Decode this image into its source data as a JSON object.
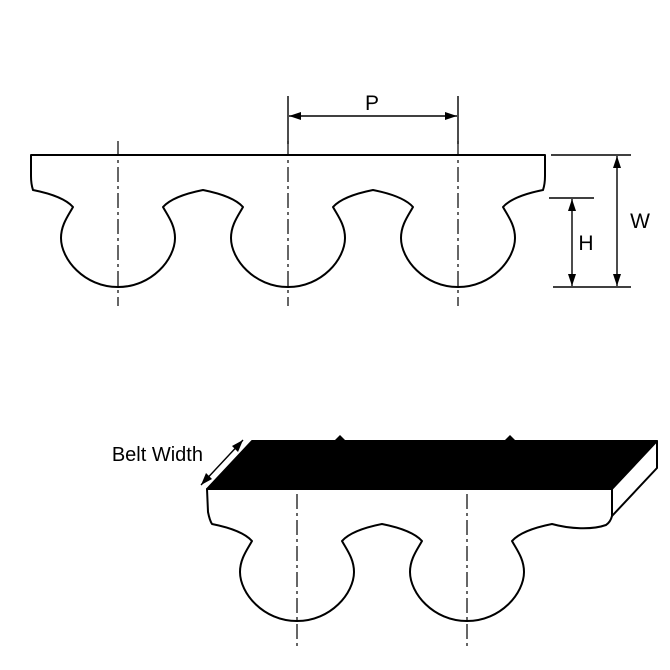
{
  "diagram": {
    "labels": {
      "pitch": "P",
      "overall_width": "W",
      "tooth_height": "H",
      "belt_width": "Belt Width"
    },
    "colors": {
      "line": "#000000",
      "belt_fill": "#ffffff",
      "top_face": "#000000",
      "background": "#ffffff"
    }
  }
}
